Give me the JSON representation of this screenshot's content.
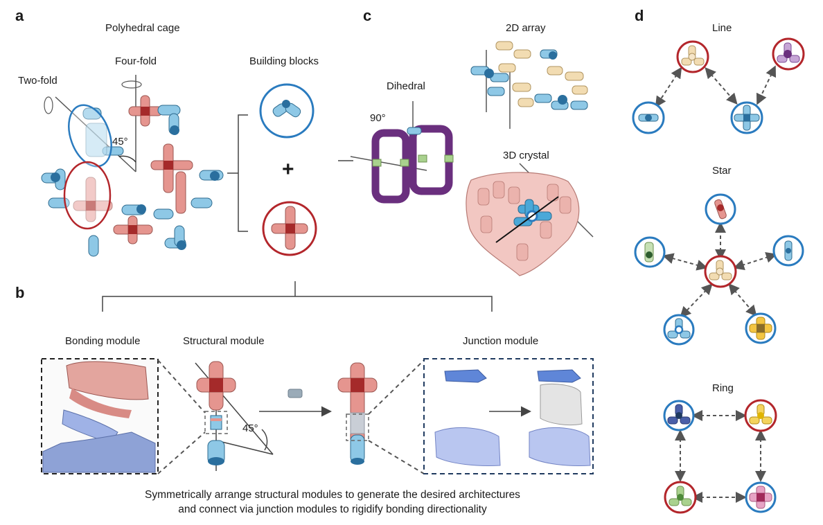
{
  "panels": {
    "a": "a",
    "b": "b",
    "c": "c",
    "d": "d"
  },
  "a": {
    "title": "Polyhedral cage",
    "four_fold": "Four-fold",
    "two_fold": "Two-fold",
    "angle": "45°",
    "building_blocks": "Building blocks",
    "plus": "+"
  },
  "b": {
    "bonding": "Bonding module",
    "structural": "Structural module",
    "junction": "Junction module",
    "angle": "45°",
    "caption_line1": "Symmetrically arrange structural modules to generate the desired architectures",
    "caption_line2": "and connect via junction modules to rigidify bonding directionality"
  },
  "c": {
    "dihedral": "Dihedral",
    "angle": "90°",
    "array": "2D array",
    "crystal": "3D crystal"
  },
  "d": {
    "line": "Line",
    "star": "Star",
    "ring": "Ring"
  },
  "colors": {
    "blue": "#2a7bbf",
    "red": "#b3262b",
    "salmon": "#e5958f",
    "lightblue": "#8ec8e6",
    "purple": "#6a2f7e",
    "navy": "#1f3a5f"
  }
}
